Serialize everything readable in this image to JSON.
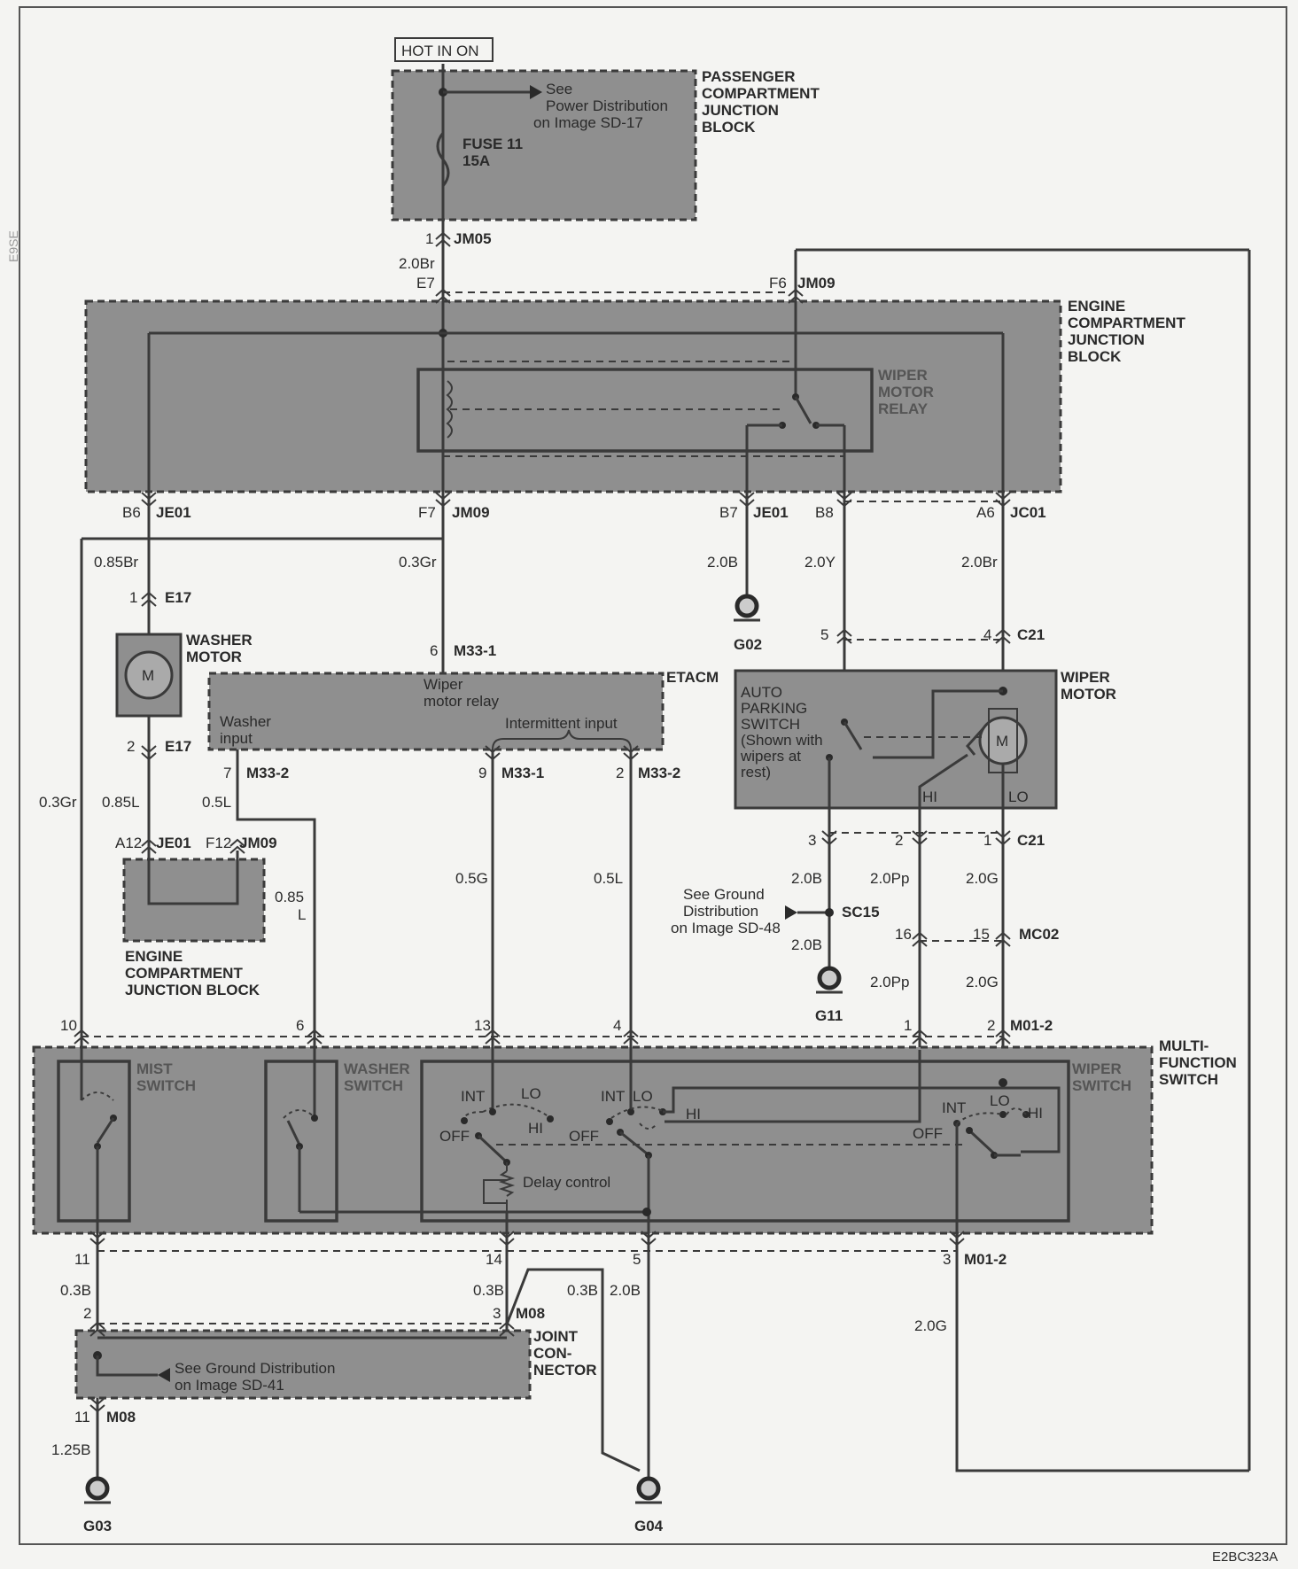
{
  "labels": {
    "hot_in_on": "HOT IN ON",
    "pcjb_1": "PASSENGER",
    "pcjb_2": "COMPARTMENT",
    "pcjb_3": "JUNCTION",
    "pcjb_4": "BLOCK",
    "see_power_1": "See",
    "see_power_2": "Power Distribution",
    "see_power_3": "on Image SD-17",
    "fuse_1": "FUSE 11",
    "fuse_2": "15A",
    "ecjb_1": "ENGINE",
    "ecjb_2": "COMPARTMENT",
    "ecjb_3": "JUNCTION",
    "ecjb_4": "BLOCK",
    "relay_1": "WIPER",
    "relay_2": "MOTOR",
    "relay_3": "RELAY",
    "washer_motor_1": "WASHER",
    "washer_motor_2": "MOTOR",
    "motor_m": "M",
    "etacm": "ETACM",
    "etacm_wiper_1": "Wiper",
    "etacm_wiper_2": "motor relay",
    "etacm_washer_1": "Washer",
    "etacm_washer_2": "input",
    "etacm_intermittent": "Intermittent input",
    "wiper_motor_1": "WIPER",
    "wiper_motor_2": "MOTOR",
    "aps_1": "AUTO",
    "aps_2": "PARKING",
    "aps_3": "SWITCH",
    "aps_4": "(Shown with",
    "aps_5": "wipers at",
    "aps_6": "rest)",
    "hi": "HI",
    "lo": "LO",
    "int": "INT",
    "off": "OFF",
    "see_ground_48_1": "See Ground",
    "see_ground_48_2": "Distribution",
    "see_ground_48_3": "on Image SD-48",
    "ecjb2_1": "ENGINE",
    "ecjb2_2": "COMPARTMENT",
    "ecjb2_3": "JUNCTION BLOCK",
    "mfs_1": "MULTI-",
    "mfs_2": "FUNCTION",
    "mfs_3": "SWITCH",
    "mist_1": "MIST",
    "mist_2": "SWITCH",
    "washer_sw_1": "WASHER",
    "washer_sw_2": "SWITCH",
    "wiper_sw_1": "WIPER",
    "wiper_sw_2": "SWITCH",
    "delay": "Delay control",
    "joint_1": "JOINT",
    "joint_2": "CON-",
    "joint_3": "NECTOR",
    "see_ground_41_1": "See Ground Distribution",
    "see_ground_41_2": "on Image SD-41",
    "g02": "G02",
    "g11": "G11",
    "g03": "G03",
    "g04": "G04",
    "code": "E2BC323A",
    "side": "E9SE"
  },
  "connectors": {
    "jm05": "JM05",
    "jm09": "JM09",
    "je01": "JE01",
    "jc01": "JC01",
    "e17": "E17",
    "m33_1": "M33-1",
    "m33_2": "M33-2",
    "c21": "C21",
    "sc15": "SC15",
    "mc02": "MC02",
    "m01_2": "M01-2",
    "m08": "M08"
  },
  "pins": {
    "p1": "1",
    "p2": "2",
    "p3": "3",
    "p4": "4",
    "p5": "5",
    "p6": "6",
    "p7": "7",
    "p9": "9",
    "p10": "10",
    "p11": "11",
    "p13": "13",
    "p14": "14",
    "p15": "15",
    "p16": "16",
    "e7": "E7",
    "f6": "F6",
    "b6": "B6",
    "f7": "F7",
    "b7": "B7",
    "b8": "B8",
    "a6": "A6",
    "a12": "A12",
    "f12": "F12"
  },
  "wires": {
    "w20br": "2.0Br",
    "w085br": "0.85Br",
    "w03gr": "0.3Gr",
    "w20b": "2.0B",
    "w20y": "2.0Y",
    "w085l": "0.85L",
    "w05l": "0.5L",
    "w085": "0.85",
    "wl": "L",
    "w05g": "0.5G",
    "w20pp": "2.0Pp",
    "w20g": "2.0G",
    "w03b": "0.3B",
    "w125b": "1.25B"
  }
}
